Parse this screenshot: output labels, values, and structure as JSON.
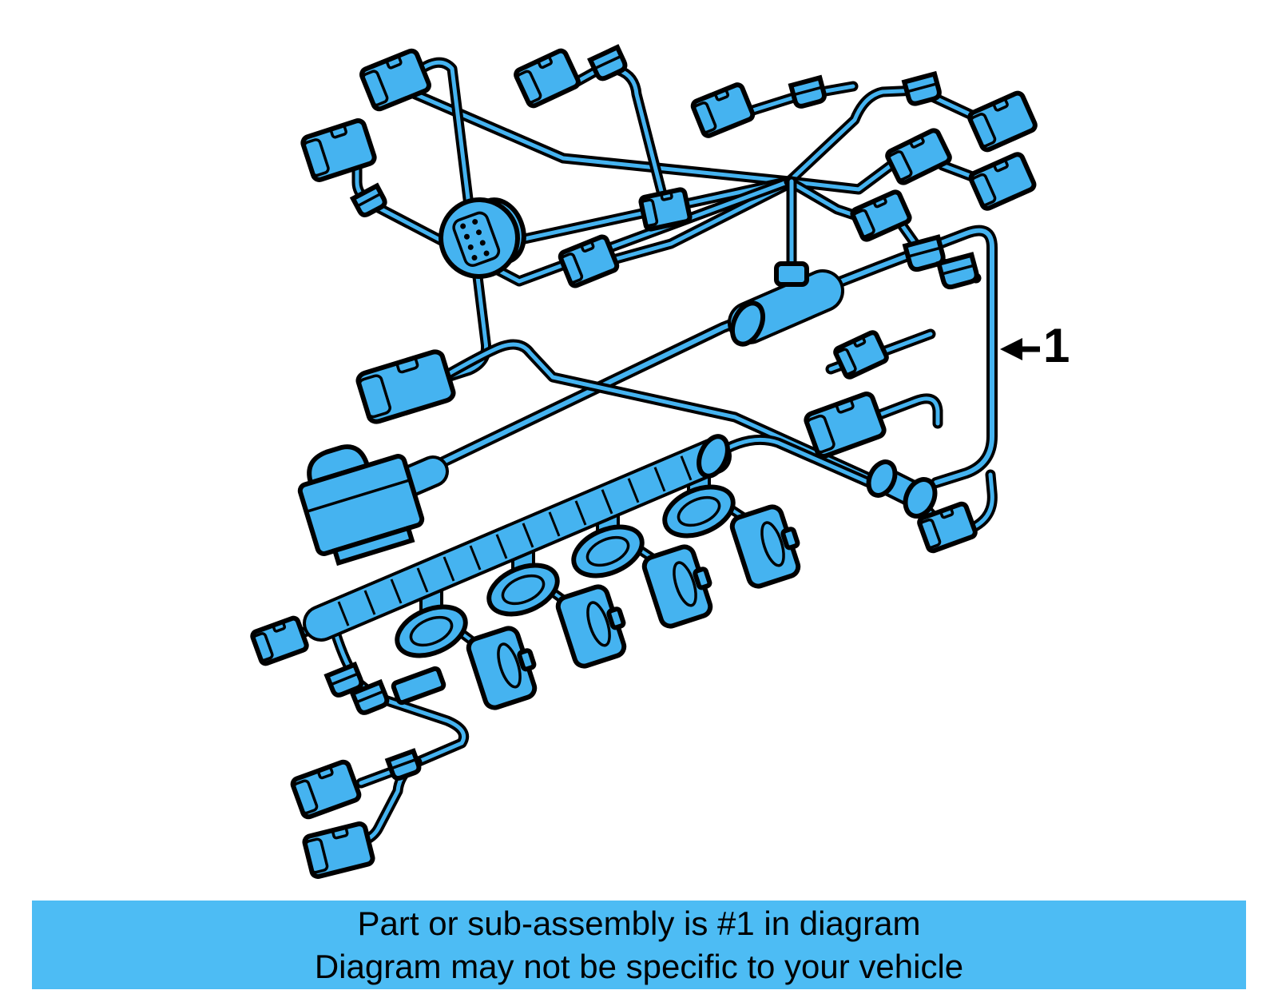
{
  "figure": {
    "callout": {
      "label": "1"
    },
    "banner": {
      "line1": "Part or sub-assembly is #1 in diagram",
      "line2": "Diagram may not be specific to your vehicle"
    }
  },
  "colors": {
    "background": "#FFFFFF",
    "harness_fill": "#45B3F0",
    "outline": "#000000",
    "callout_color": "#000000",
    "banner_bg": "#4DBCF4",
    "banner_text": "#000000"
  }
}
